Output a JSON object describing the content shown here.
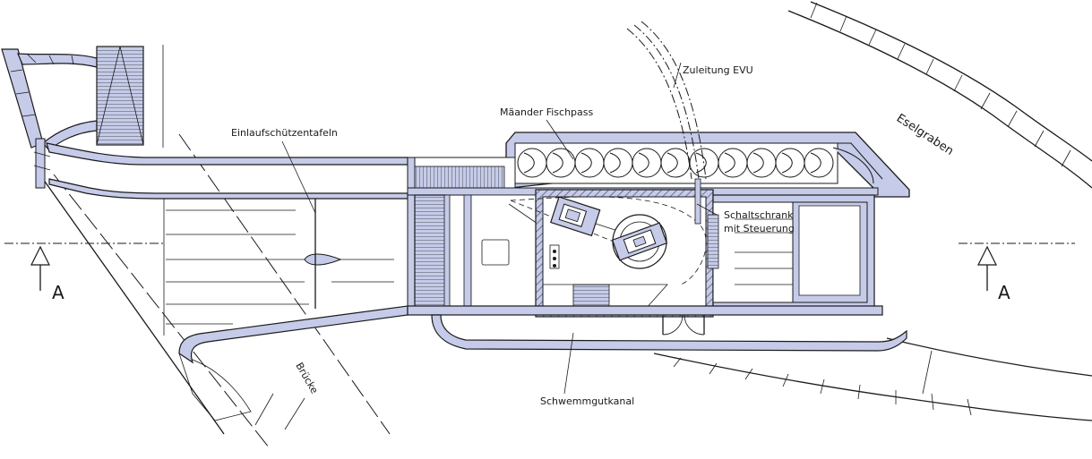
{
  "labels": {
    "einlauf": "Einlaufschützentafeln",
    "maeander": "Mäander Fischpass",
    "zuleitung": "Zuleitung EVU",
    "eselgraben": "Eselgraben",
    "schalt_line1": "Schaltschrank",
    "schalt_line2": "mit Steuerung",
    "bruecke": "Brücke",
    "schwemm": "Schwemmgutkanal",
    "section_left": "A",
    "section_right": "A"
  },
  "colors": {
    "concrete": "#c5cbe8",
    "ink": "#1a1a1a",
    "wall_hatch": "#8a8fa8",
    "background": "#ffffff"
  },
  "fishpass_loops": 11,
  "icons": {
    "section_marker": "section-arrow-icon",
    "turbine": "turbine-icon",
    "door": "double-door-icon"
  }
}
